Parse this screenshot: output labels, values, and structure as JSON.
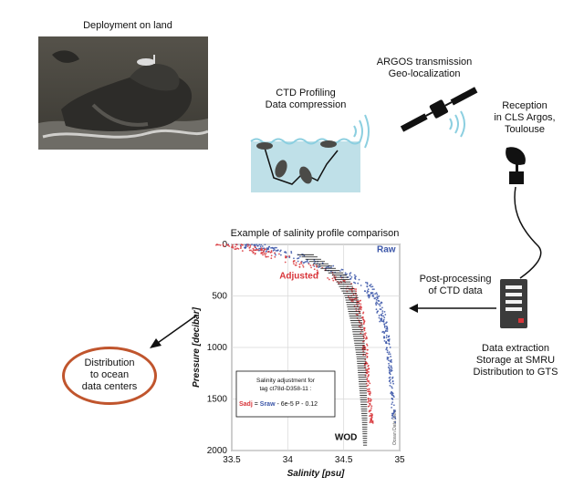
{
  "labels": {
    "deployment": "Deployment on land",
    "ctd_line1": "CTD Profiling",
    "ctd_line2": "Data compression",
    "argos_line1": "ARGOS transmission",
    "argos_line2": "Geo-localization",
    "reception_line1": "Reception",
    "reception_line2": "in CLS Argos,",
    "reception_line3": "Toulouse",
    "postproc_line1": "Post-processing",
    "postproc_line2": "of CTD data",
    "extract_line1": "Data extraction",
    "extract_line2": "Storage at SMRU",
    "extract_line3": "Distribution to GTS",
    "dist_line1": "Distribution",
    "dist_line2": "to ocean",
    "dist_line3": "data centers"
  },
  "chart_data": {
    "type": "scatter",
    "title": "Example of salinity profile comparison",
    "xlabel": "Salinity [psu]",
    "ylabel": "Pressure [decibar]",
    "xlim": [
      33.5,
      35
    ],
    "ylim": [
      2000,
      0
    ],
    "x_ticks": [
      "33.5",
      "34",
      "34.5",
      "35"
    ],
    "y_ticks": [
      "0",
      "500",
      "1000",
      "1500",
      "2000"
    ],
    "grid": true,
    "watermark": "Ocean Data View",
    "annotations": {
      "raw": "Raw",
      "adjusted": "Adjusted",
      "wod": "WOD"
    },
    "inset": {
      "line1": "Salinity adjustment for",
      "line2": "tag ct78d-D358-11 :",
      "sadj": "Sadj",
      "eq": " = ",
      "sraw": "Sraw",
      "rest": " - 6e-5 P - 0.12"
    },
    "series": [
      {
        "name": "Raw",
        "color": "#3a55a8",
        "profile": [
          [
            33.75,
            0
          ],
          [
            34.1,
            100
          ],
          [
            34.5,
            250
          ],
          [
            34.75,
            400
          ],
          [
            34.85,
            600
          ],
          [
            34.9,
            900
          ],
          [
            34.93,
            1200
          ],
          [
            34.95,
            1500
          ],
          [
            34.96,
            1750
          ]
        ]
      },
      {
        "name": "Adjusted",
        "color": "#d8353a",
        "profile": [
          [
            33.6,
            0
          ],
          [
            33.95,
            100
          ],
          [
            34.35,
            250
          ],
          [
            34.58,
            400
          ],
          [
            34.66,
            600
          ],
          [
            34.7,
            900
          ],
          [
            34.72,
            1200
          ],
          [
            34.74,
            1500
          ],
          [
            34.76,
            1750
          ]
        ]
      },
      {
        "name": "WOD",
        "color": "#111111",
        "profile": [
          [
            34.2,
            100
          ],
          [
            34.5,
            300
          ],
          [
            34.6,
            500
          ],
          [
            34.65,
            800
          ],
          [
            34.68,
            1100
          ],
          [
            34.69,
            1400
          ],
          [
            34.7,
            1700
          ],
          [
            34.7,
            1950
          ]
        ]
      }
    ]
  },
  "colors": {
    "seal": "#4b4b48",
    "water": "#bfe0e8",
    "wave": "#8ccfe0",
    "server": "#3b3b3b",
    "server_led": "#d8353a",
    "distribution_border": "#c0552d",
    "arrow": "#111111"
  }
}
